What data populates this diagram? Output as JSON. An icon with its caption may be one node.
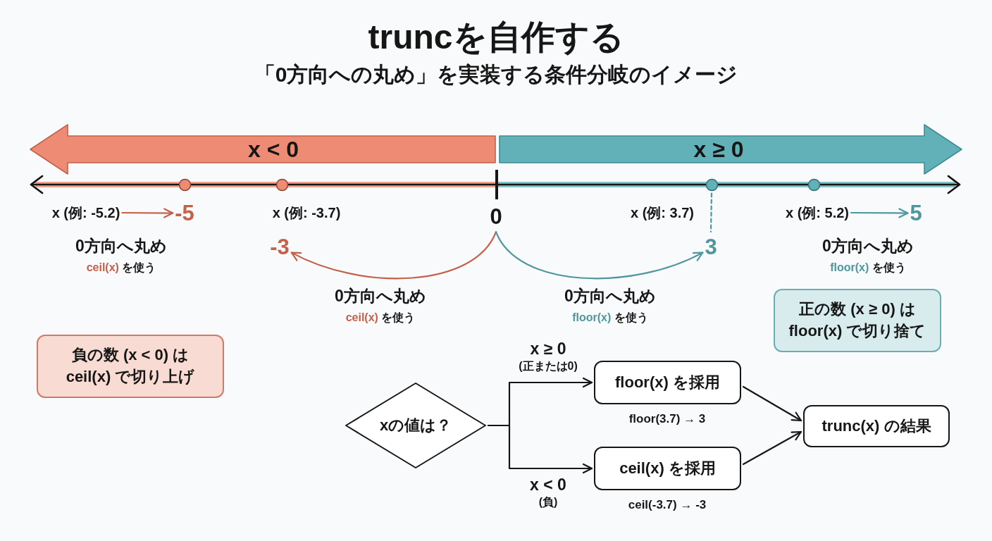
{
  "diagram": {
    "title": "truncを自作する",
    "nodes": [
      {
        "text": [
          "x < 0"
        ]
      },
      {
        "text": [
          "x ≥ 0"
        ]
      },
      {
        "text": [],
        "shape": "circle"
      },
      {
        "text": [],
        "shape": "circle"
      },
      {
        "text": [],
        "shape": "circle"
      },
      {
        "text": [],
        "shape": "circle"
      },
      {
        "text": [
          "x (例: -5.2)"
        ]
      },
      {
        "text": [
          "-5"
        ]
      },
      {
        "text": [
          "0"
        ]
      },
      {
        "text": [
          "x (例: 5.2)"
        ]
      },
      {
        "text": [
          "5"
        ]
      },
      {
        "text": [
          "-3"
        ]
      },
      {
        "text": [
          "3"
        ]
      },
      {
        "text": [
          "正の数 (x ≥ 0) は floor(x) で切り捨て"
        ]
      },
      {
        "text": [
          "負の数 (x < 0) は ceil(x) で切り上げ"
        ]
      },
      {
        "text": [
          "xの値は？"
        ]
      },
      {
        "text": [
          "floor(x) を採用"
        ],
        "beside": [
          "floor(3.7) → 3"
        ]
      },
      {
        "text": [
          "ceil(x) を採用"
        ],
        "beside": [
          "ceil(-3.7) → -3"
        ]
      },
      {
        "text": [
          "trunc(x) の結果"
        ]
      }
    ],
    "edges": [
      {
        "from": 6,
        "to": 7,
        "arrow": "to",
        "color": "#c4614a"
      },
      {
        "from": 9,
        "to": 10,
        "arrow": "to",
        "color": "#4f979e"
      },
      {
        "from": 8,
        "to": 11,
        "arrow": "to",
        "label": "0方向へ丸め",
        "color": "#c4614a"
      },
      {
        "from": 8,
        "to": 12,
        "arrow": "to",
        "label": "0方向へ丸め",
        "color": "#4f979e"
      },
      {
        "from": 4,
        "to": 12,
        "arrow": "none",
        "style": "dashed",
        "color": "#4f979e"
      },
      {
        "from": 15,
        "to": 16,
        "arrow": "to",
        "label": "x ≥ 0 (正または0)"
      },
      {
        "from": 15,
        "to": 17,
        "arrow": "to",
        "label": "x < 0 (負)"
      },
      {
        "from": 16,
        "to": 18,
        "arrow": "to"
      },
      {
        "from": 17,
        "to": 18,
        "arrow": "to"
      }
    ],
    "labels": [
      "「0方向への丸め」を実装する条件分岐のイメージ",
      "x (例: -3.7)",
      "x (例: 3.7)",
      "0方向へ丸め",
      "ceil(x) を使う",
      "0方向へ丸め",
      "floor(x) を使う",
      "ceil(x) を使う",
      "floor(x) を使う"
    ]
  }
}
